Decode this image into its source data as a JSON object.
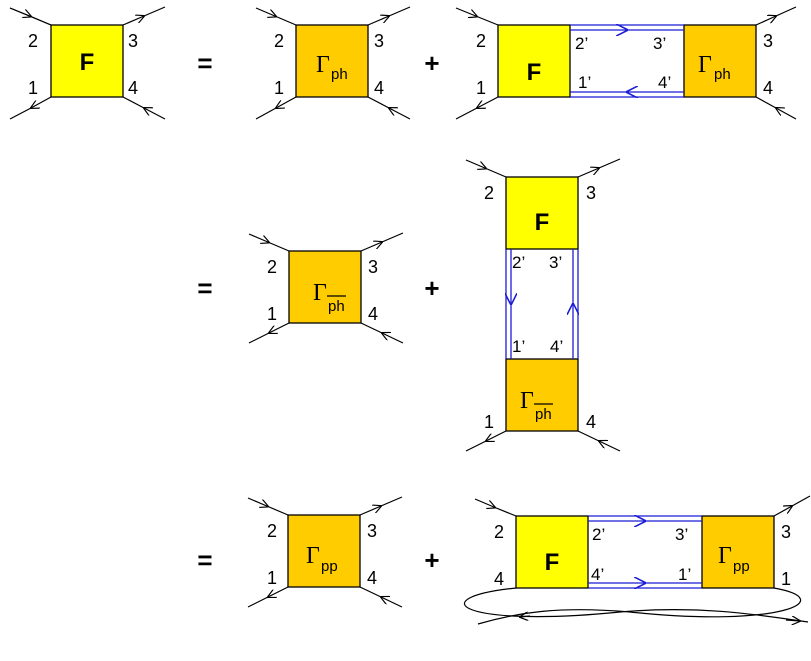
{
  "symbols": {
    "F": "F",
    "equals": "=",
    "plus": "+",
    "gamma": "Γ",
    "sub_ph": "ph",
    "sub_ph_bar": "ph",
    "sub_pp": "pp"
  },
  "legs": {
    "l1": "1",
    "l2": "2",
    "l3": "3",
    "l4": "4"
  },
  "primed": {
    "p1": "1’",
    "p2": "2’",
    "p3": "3’",
    "p4": "4’"
  },
  "colors": {
    "F_box": "#ffff00",
    "gamma_box": "#ffcc00",
    "internal_lines": "#1c1cd6"
  }
}
